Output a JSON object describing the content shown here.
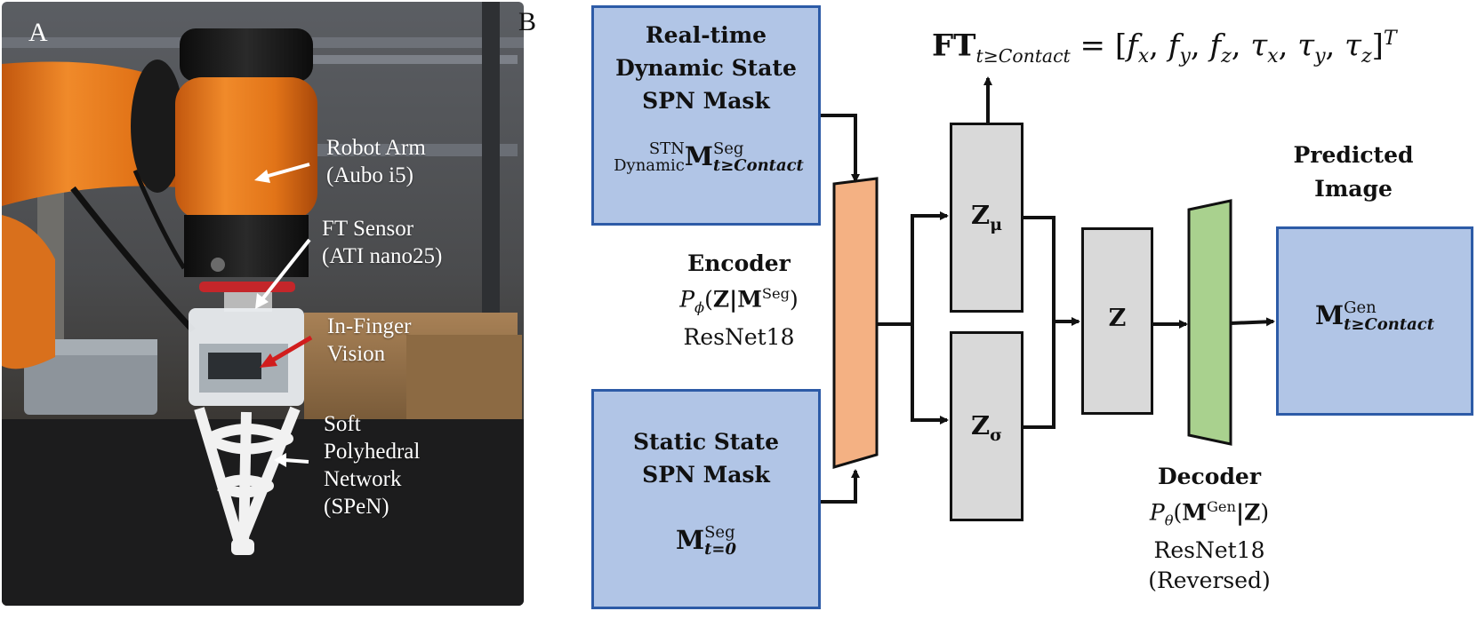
{
  "panel_a": {
    "letter": "A",
    "labels": {
      "robot_arm": [
        "Robot Arm",
        "(Aubo i5)"
      ],
      "ft_sensor": [
        "FT Sensor",
        "(ATI nano25)"
      ],
      "in_finger": [
        "In-Finger",
        "Vision"
      ],
      "spen": [
        "Soft",
        "Polyhedral",
        "Network",
        "(SPeN)"
      ]
    }
  },
  "panel_b": {
    "letter": "B",
    "dynamic_box": {
      "title": [
        "Real-time",
        "Dynamic State",
        "SPN Mask"
      ],
      "pre_sup": "STN",
      "pre_sub": "Dynamic",
      "symbol": "M",
      "sup": "Seg",
      "sub": "t≥Contact"
    },
    "static_box": {
      "title": [
        "Static State",
        "SPN Mask"
      ],
      "symbol": "M",
      "sup": "Seg",
      "sub": "t=0"
    },
    "encoder": {
      "title": "Encoder",
      "formula_p": "P",
      "formula_sub": "ϕ",
      "formula_body": "Z|M",
      "formula_sup": "Seg",
      "net": "ResNet18"
    },
    "latent": {
      "mu_symbol": "Z",
      "mu_sub": "μ",
      "sigma_symbol": "Z",
      "sigma_sub": "σ",
      "z_symbol": "Z"
    },
    "ft_equation": {
      "lhs": "FT",
      "lhs_sub": "t≥Contact",
      "rhs": "= [f",
      "terms": [
        {
          "base": "f",
          "sub": "x"
        },
        {
          "base": "f",
          "sub": "y"
        },
        {
          "base": "f",
          "sub": "z"
        },
        {
          "base": "τ",
          "sub": "x"
        },
        {
          "base": "τ",
          "sub": "y"
        },
        {
          "base": "τ",
          "sub": "z"
        }
      ],
      "transpose": "T"
    },
    "decoder": {
      "title": "Decoder",
      "formula_p": "P",
      "formula_sub": "θ",
      "formula_base": "M",
      "formula_sup": "Gen",
      "formula_given": "|Z",
      "net": "ResNet18",
      "note": "(Reversed)"
    },
    "predicted": {
      "title": [
        "Predicted",
        "Image"
      ],
      "symbol": "M",
      "sup": "Gen",
      "sub": "t≥Contact"
    },
    "colors": {
      "blue_fill": "#b1c5e6",
      "blue_border": "#2d5ba7",
      "encoder_fill": "#f4b183",
      "decoder_fill": "#a9d18e",
      "gray_fill": "#d9d9d9"
    }
  }
}
